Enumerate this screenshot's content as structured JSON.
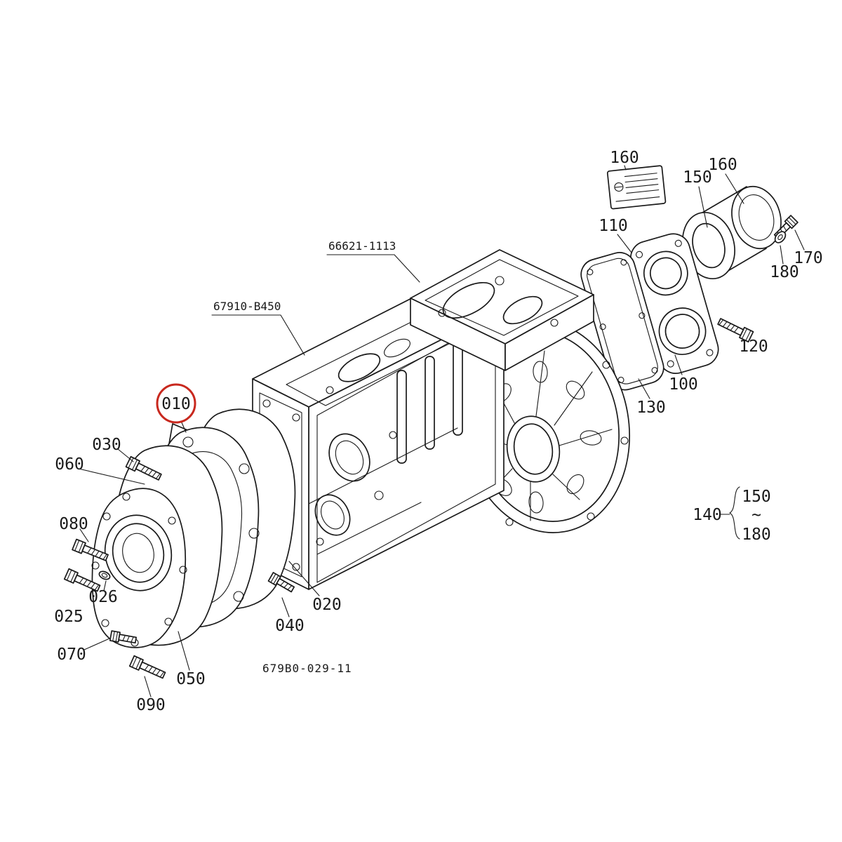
{
  "colors": {
    "ink": "#1a1a1a",
    "accent_red": "#c8281e",
    "paper": "#ffffff"
  },
  "diagram": {
    "part_numbers": {
      "top_cover": "66621-1113",
      "main_case": "67910-B450"
    },
    "drawing_number": "679B0-029-11",
    "callouts": {
      "c010": "010",
      "c020": "020",
      "c025": "025",
      "c026": "026",
      "c030": "030",
      "c040": "040",
      "c050": "050",
      "c060": "060",
      "c070": "070",
      "c080": "080",
      "c090": "090",
      "c100": "100",
      "c110": "110",
      "c120": "120",
      "c130": "130",
      "c140": "140",
      "c150": "150",
      "c160_sticker": "160",
      "c160_tube": "160",
      "c170": "170",
      "c180": "180",
      "range_from": "150",
      "range_tilde": "~",
      "range_to": "180"
    }
  }
}
